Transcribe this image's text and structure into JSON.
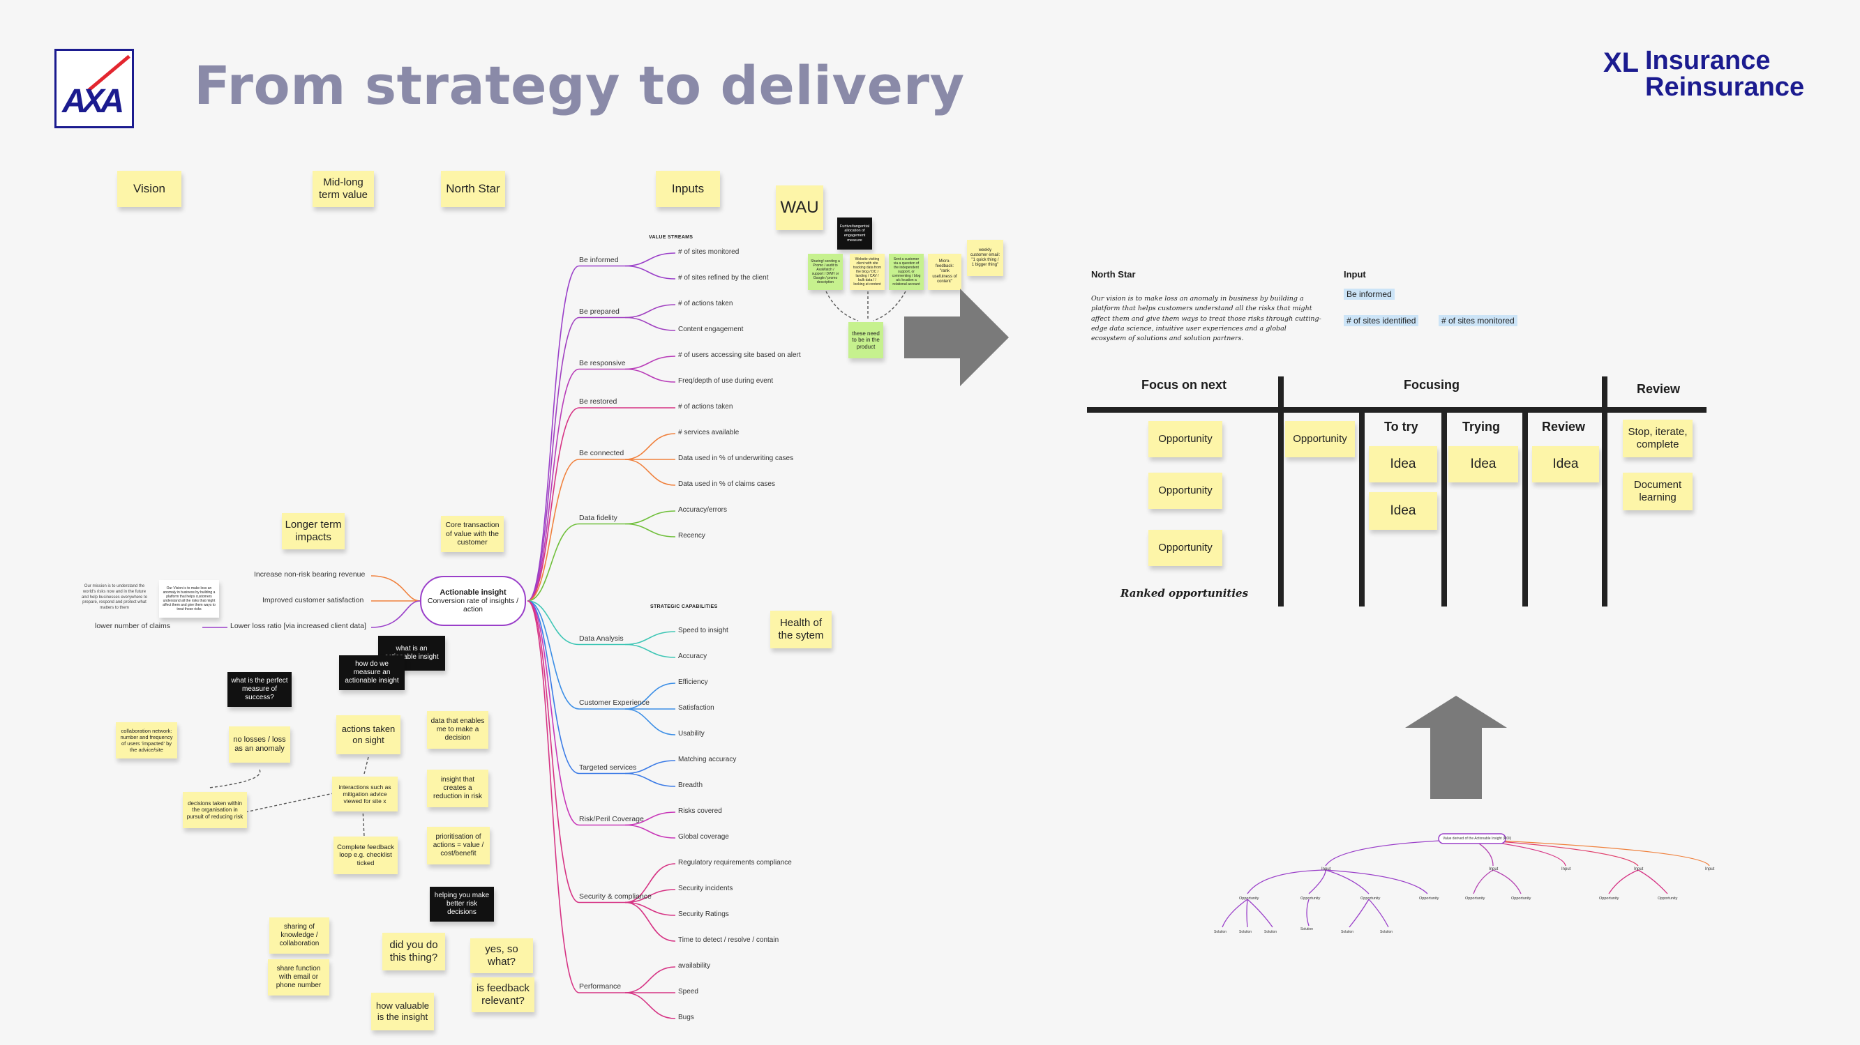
{
  "header": {
    "title": "From strategy to delivery",
    "axa_logo": "AXA",
    "xl_logo_mark": "XL",
    "xl_line1": "Insurance",
    "xl_line2": "Reinsurance"
  },
  "columns": {
    "vision": "Vision",
    "mid_long": "Mid-long term value",
    "north_star": "North Star",
    "inputs": "Inputs",
    "wau": "WAU",
    "longer_term": "Longer term impacts",
    "core_transaction": "Core transaction of value with the customer",
    "health": "Health of the sytem"
  },
  "hub": {
    "title": "Actionable insight",
    "subtitle": "Conversion rate of insights / action"
  },
  "impacts": [
    "Increase non-risk bearing revenue",
    "Improved customer satisfaction",
    "Lower loss ratio [via increased client data]",
    "lower number of claims"
  ],
  "section_labels": {
    "value_streams": "VALUE STREAMS",
    "strategic_capabilities": "STRATEGIC CAPABILITIES"
  },
  "value_streams": [
    {
      "name": "Be informed",
      "items": [
        "# of sites monitored",
        "# of sites refined by the client"
      ]
    },
    {
      "name": "Be prepared",
      "items": [
        "# of actions taken",
        "Content engagement"
      ]
    },
    {
      "name": "Be responsive",
      "items": [
        "# of users accessing site based on alert",
        "Freq/depth of use during event"
      ]
    },
    {
      "name": "Be restored",
      "items": [
        "# of actions taken"
      ]
    },
    {
      "name": "Be connected",
      "items": [
        "# services available",
        "Data used in % of underwriting cases",
        "Data used in % of claims cases"
      ]
    },
    {
      "name": "Data fidelity",
      "items": [
        "Accuracy/errors",
        "Recency"
      ]
    }
  ],
  "capabilities": [
    {
      "name": "Data Analysis",
      "items": [
        "Speed to insight",
        "Accuracy"
      ]
    },
    {
      "name": "Customer Experience",
      "items": [
        "Efficiency",
        "Satisfaction",
        "Usability"
      ]
    },
    {
      "name": "Targeted services",
      "items": [
        "Matching accuracy",
        "Breadth"
      ]
    },
    {
      "name": "Risk/Peril Coverage",
      "items": [
        "Risks covered",
        "Global coverage"
      ]
    },
    {
      "name": "Security & compliance",
      "items": [
        "Regulatory requirements compliance",
        "Security incidents",
        "Security Ratings",
        "Time to detect / resolve / contain"
      ]
    },
    {
      "name": "Performance",
      "items": [
        "availability",
        "Speed",
        "Bugs"
      ]
    }
  ],
  "wau_notes": {
    "black": "Furtive/tangential allocation of engagement measure",
    "green1": "Sharing! sending a Promo / audit to AxaWatch / support / DWH or Google / promo description",
    "yellow1": "Website visiting client with site tracking data from the blog / DC / landing / CAV / bulk data / / looking at content",
    "green2": "Sent a customer via a question of the independent support, or commenting / blog a/c location a relational account",
    "yellow2": "Micro-feedback: \"rank usefulness of content\"",
    "yellow3": "weekly customer email: \"1 quick thing / 1 bigger thing\"",
    "need": "these need to be in the product"
  },
  "insight_cluster": {
    "what_is_actionable": "what is an actionable insight",
    "how_measure": "how do we measure an actionable insight",
    "perfect_measure": "what is the perfect measure of success?",
    "collab_network": "collaboration network: number and frequency of users 'impacted' by the advice/site",
    "no_losses": "no losses / loss as an anomaly",
    "actions_taken": "actions taken on sight",
    "data_enables": "data that enables me to make a decision",
    "decisions_taken": "decisions taken within the organisation in pursuit of reducing risk",
    "interactions": "interactions such as mitigation advice viewed for site x",
    "insight_creates": "insight that creates a reduction in risk",
    "complete_feedback": "Complete feedback loop e.g. checklist ticked",
    "prioritisation": "prioritisation of actions = value / cost/benefit",
    "helping_you": "helping you make better risk decisions",
    "sharing_knowledge": "sharing of knowledge / collaboration",
    "did_you_do": "did you do this thing?",
    "yes_so_what": "yes, so what?",
    "share_function": "share function with email or phone number",
    "is_feedback": "is feedback relevant?",
    "how_valuable": "how valuable is the insight"
  },
  "vision_notes": {
    "left": "Our mission is to understand the world's risks now and in the future and help businesses everywhere to prepare, respond and protect what matters to them",
    "right": "Our Vision is to make loss an anomaly in business by building a platform that helps customers understand all the risks that might affect them and give them ways to treat those risks"
  },
  "board": {
    "north_star_label": "North Star",
    "vision_text": "Our vision is to make loss an anomaly in business by building a platform that helps customers understand all the risks that might affect them and give them ways to treat those risks through cutting-edge data science, intuitive user experiences and a global ecosystem of solutions and solution partners.",
    "input_label": "Input",
    "input_be_informed": "Be informed",
    "input_sites_identified": "# of sites identified",
    "input_sites_monitored": "# of sites monitored",
    "focus_on_next": "Focus on next",
    "focusing": "Focusing",
    "review": "Review",
    "to_try": "To try",
    "trying": "Trying",
    "review_sub": "Review",
    "opportunity": "Opportunity",
    "idea": "Idea",
    "stop_iterate": "Stop, iterate, complete",
    "document_learning": "Document learning",
    "ranked": "Ranked opportunities"
  },
  "tree": {
    "root": "Value derived of the Actionable Insight (ROI)",
    "input": "Input",
    "opportunity": "Opportunity",
    "solution": "Solution"
  },
  "colors": {
    "purple": "#9a3fc9",
    "magenta": "#d63384",
    "orange": "#f0803c",
    "green": "#6fbf3a",
    "teal": "#3ec6b5",
    "blue": "#3b8ee6",
    "sticky": "#fdf5a8",
    "arrow": "#7a7a7a"
  }
}
